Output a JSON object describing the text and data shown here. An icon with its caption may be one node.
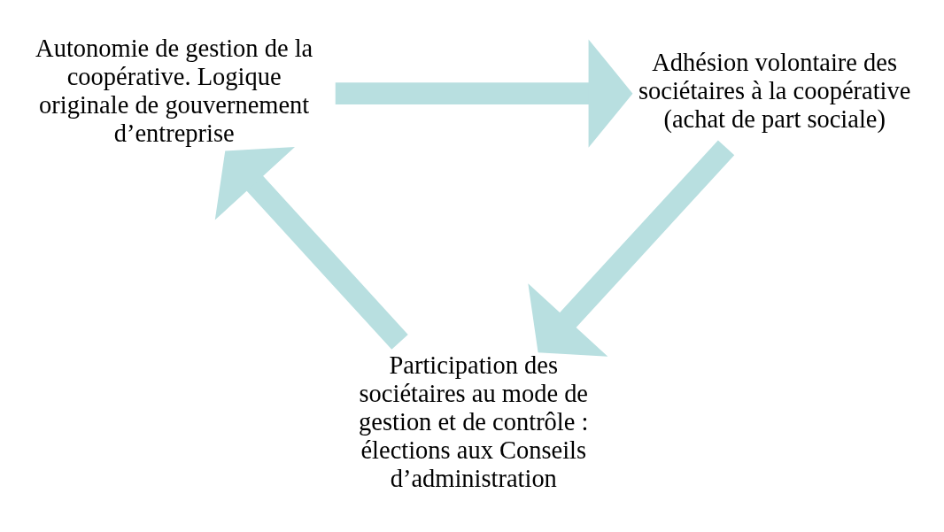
{
  "diagram": {
    "nodes": [
      {
        "text": [
          "Autonomie de gestion de la coopérative. Logique originale de gouvernement d’entreprise"
        ]
      },
      {
        "text": [
          "Adhésion volontaire des sociétaires à la coopérative (achat de part sociale)"
        ]
      },
      {
        "text": [
          "Participation des sociétaires au mode de gestion et de contrôle : élections aux Conseils d’administration"
        ]
      }
    ],
    "edges": [
      {
        "from": 0,
        "to": 1,
        "arrow": "to"
      },
      {
        "from": 1,
        "to": 2,
        "arrow": "to"
      },
      {
        "from": 2,
        "to": 0,
        "arrow": "to"
      }
    ]
  }
}
